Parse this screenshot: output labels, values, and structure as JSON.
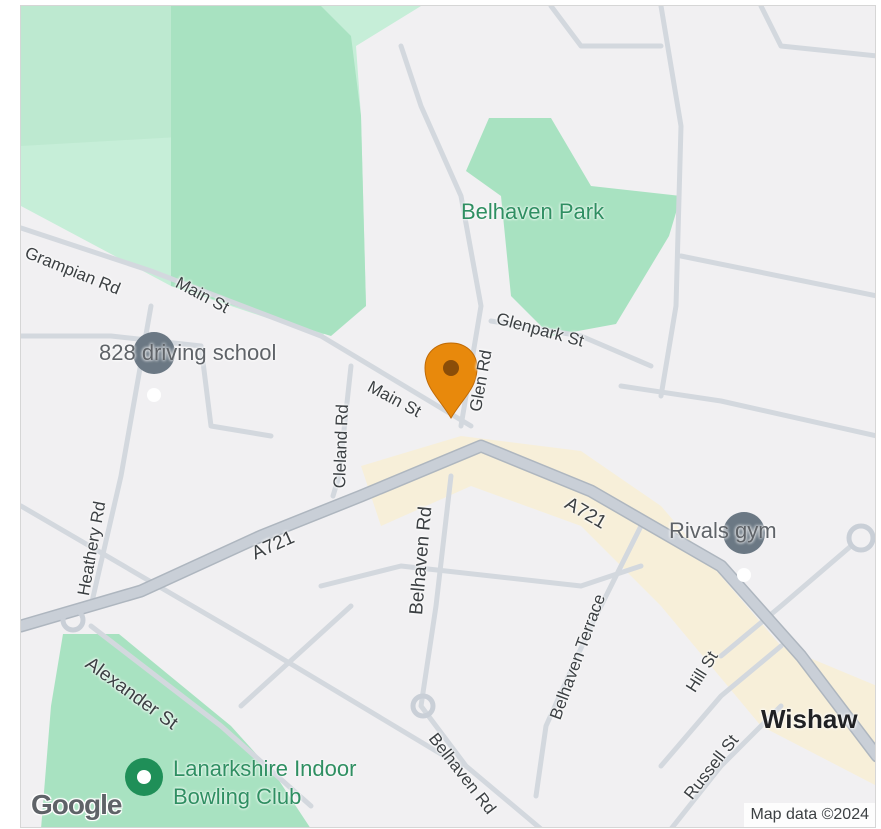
{
  "colors": {
    "background": "#f1f0f2",
    "park": "#a8e2c1",
    "woodland": "#c6eed8",
    "road": "#c9cfd7",
    "major_road": "#c1c8d0",
    "urban_area": "#f7efd9",
    "marker": "#e8890c",
    "poi_pin": "#6b7884",
    "park_pin": "#1f8f58"
  },
  "parks": {
    "belhaven_park": "Belhaven Park",
    "bowling_club_line1": "Lanarkshire Indoor",
    "bowling_club_line2": "Bowling Club"
  },
  "pois": {
    "driving_school": "828 driving school",
    "gym": "Rivals gym"
  },
  "town": "Wishaw",
  "roads": {
    "grampian_rd": "Grampian Rd",
    "main_st_west": "Main St",
    "main_st_east": "Main St",
    "glen_rd": "Glen Rd",
    "glenpark_st": "Glenpark St",
    "cleland_rd": "Cleland Rd",
    "heathery_rd": "Heathery Rd",
    "a721_west": "A721",
    "a721_east": "A721",
    "belhaven_rd_north": "Belhaven Rd",
    "belhaven_rd_south": "Belhaven Rd",
    "belhaven_terrace": "Belhaven Terrace",
    "hill_st": "Hill St",
    "russell_st": "Russell St",
    "alexander_st": "Alexander St"
  },
  "marker_icon": "location-pin-icon",
  "poi_icon": "place-pin-icon",
  "logo": "Google",
  "attribution": "Map data ©2024"
}
